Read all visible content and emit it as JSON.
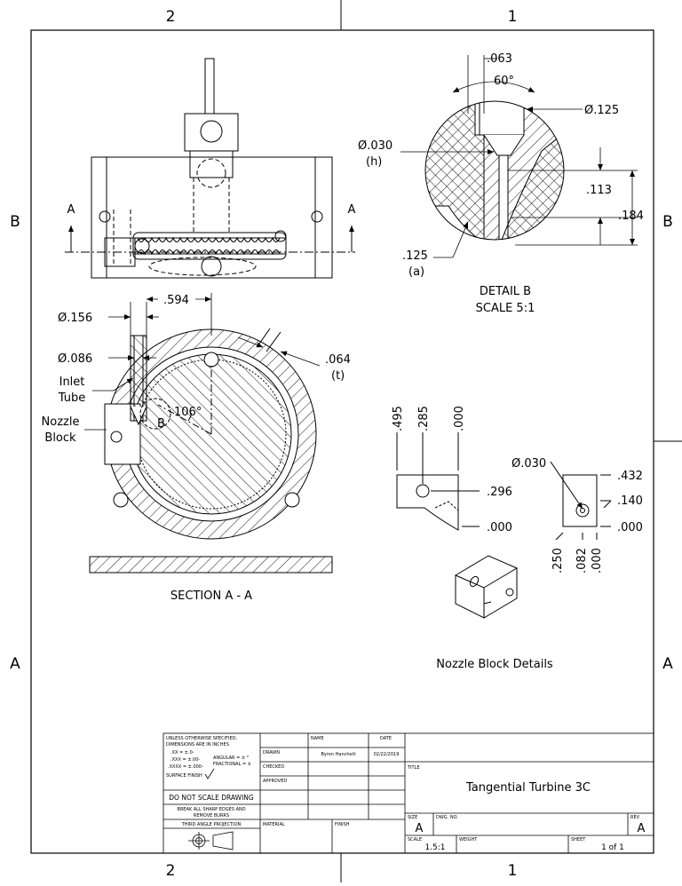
{
  "zones": {
    "col_2": "2",
    "col_1": "1",
    "row_b": "B",
    "row_a": "A"
  },
  "front_view": {
    "section_mark_a": "A"
  },
  "section_view": {
    "dim_width": ".594",
    "dim_dia_outer": "Ø.156",
    "dim_dia_inner": "Ø.086",
    "label_inlet": "Inlet",
    "label_tube": "Tube",
    "label_nozzle": "Nozzle",
    "label_block": "Block",
    "angle": "106°",
    "detail_callout": "B",
    "dim_thickness": ".064",
    "dim_thickness_tag": "(t)",
    "caption": "SECTION A - A"
  },
  "detail_view": {
    "dim_063": ".063",
    "angle_60": "60°",
    "dia_125": "Ø.125",
    "dia_030": "Ø.030",
    "dia_030_tag": "(h)",
    "dim_113": ".113",
    "dim_184": ".184",
    "dim_125": ".125",
    "dim_125_tag": "(a)",
    "caption_1": "DETAIL B",
    "caption_2": "SCALE 5:1"
  },
  "nozzle_details": {
    "ord_495": ".495",
    "ord_285": ".285",
    "ord_000_top": ".000",
    "ord_296": ".296",
    "ord_000_mid": ".000",
    "dia_030": "Ø.030",
    "ord_432": ".432",
    "ord_140": ".140",
    "ord_000_right": ".000",
    "ord_250": ".250",
    "ord_082": ".082",
    "ord_000_bottom": ".000",
    "caption": "Nozzle Block Details"
  },
  "title_block": {
    "notes_1": "UNLESS OTHERWISE SPECIFIED,",
    "notes_2": "DIMENSIONS ARE IN INCHES",
    "tol_xx": ".XX = ±.0-",
    "tol_xxx": ".XXX = ±.00-",
    "tol_xxxx": ".XXXX = ±.000-",
    "tol_angular": "ANGULAR = ± °",
    "tol_fractional": "FRACTIONAL = ±",
    "surface_finish": "SURFACE FINISH",
    "do_not_scale": "DO NOT SCALE DRAWING",
    "break_edges_1": "BREAK ALL SHARP EDGES AND",
    "break_edges_2": "REMOVE BURRS",
    "projection": "THIRD ANGLE PROJECTION",
    "hdr_name": "NAME",
    "hdr_date": "DATE",
    "row_drawn": "DRAWN",
    "row_checked": "CHECKED",
    "row_approved": "APPROVED",
    "drawn_by": "Byron Hanchett",
    "drawn_date": "02/22/2019",
    "material_label": "MATERIAL",
    "finish_label": "FINISH",
    "title_label": "TITLE",
    "title": "Tangential Turbine 3C",
    "size_label": "SIZE",
    "size": "A",
    "dwg_no_label": "DWG. NO.",
    "rev_label": "REV",
    "rev": "A",
    "scale_label": "SCALE",
    "scale": "1.5:1",
    "weight_label": "WEIGHT",
    "sheet_label": "SHEET",
    "sheet": "1 of 1"
  }
}
